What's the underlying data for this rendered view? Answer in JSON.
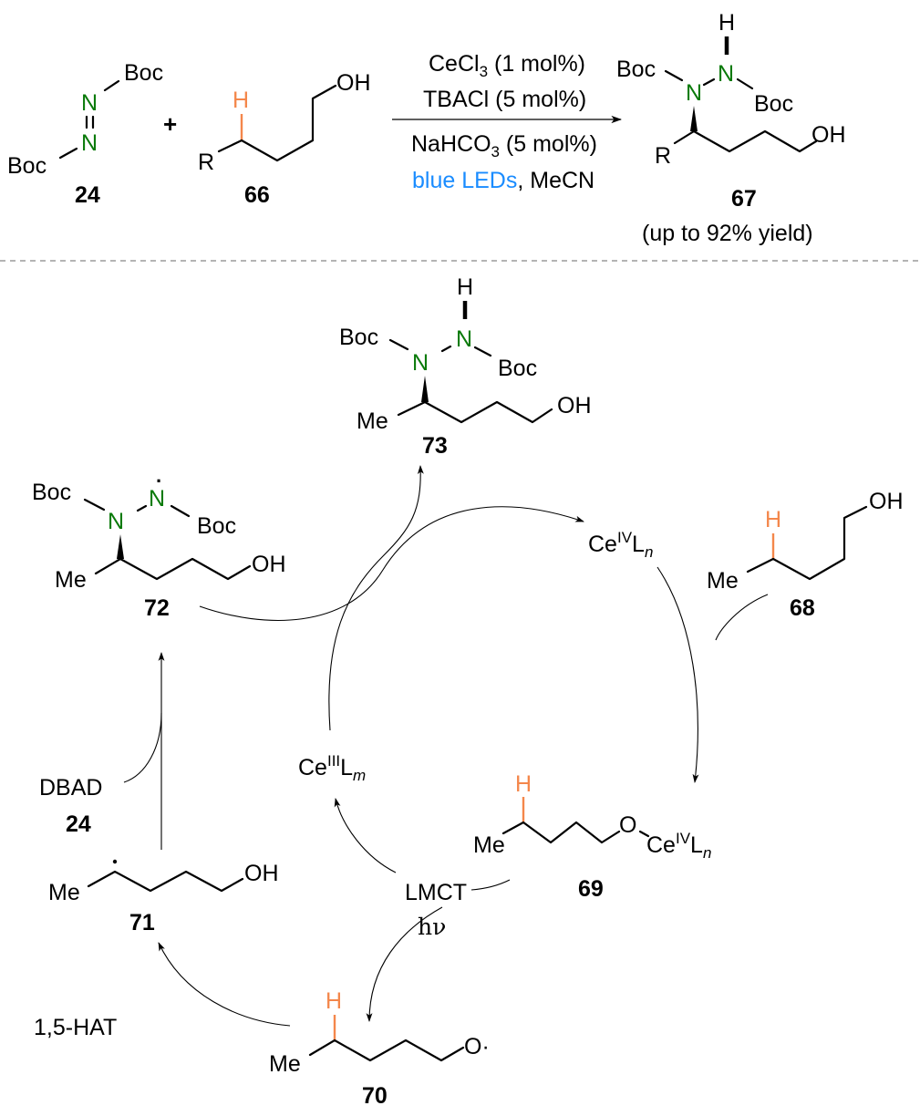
{
  "scheme": {
    "reaction": {
      "reagent_24": {
        "groups": [
          "Boc",
          "Boc"
        ],
        "atoms": [
          "N",
          "N"
        ],
        "label": "24"
      },
      "plus": "+",
      "substrate_66": {
        "r_group": "R",
        "h_atom": "H",
        "oh": "OH",
        "label": "66"
      },
      "conditions": {
        "line1_a": "CeCl",
        "line1_sub": "3",
        "line1_b": " (1 mol%)",
        "line2": "TBACl (5 mol%)",
        "line3_a": "NaHCO",
        "line3_sub": "3",
        "line3_b": " (5 mol%)",
        "line4_blue": "blue LEDs",
        "line4_rest": ", MeCN"
      },
      "product_67": {
        "groups": [
          "Boc",
          "Boc"
        ],
        "atoms": [
          "N",
          "N"
        ],
        "h_atom": "H",
        "r_group": "R",
        "oh": "OH",
        "label": "67",
        "yield": "(up to 92% yield)"
      }
    },
    "cycle": {
      "c73": {
        "groups": [
          "Boc",
          "Boc"
        ],
        "atoms": [
          "N",
          "N"
        ],
        "h_atom": "H",
        "me": "Me",
        "oh": "OH",
        "label": "73"
      },
      "c72": {
        "groups": [
          "Boc",
          "Boc"
        ],
        "atoms": [
          "N",
          "N"
        ],
        "radical_dot": "·",
        "me": "Me",
        "oh": "OH",
        "label": "72"
      },
      "ce4": {
        "base": "Ce",
        "sup": "IV",
        "ligand": "L",
        "sub": "n"
      },
      "c68": {
        "h_atom": "H",
        "me": "Me",
        "oh": "OH",
        "label": "68"
      },
      "c69": {
        "h_atom": "H",
        "me": "Me",
        "o": "O",
        "ce_base": "Ce",
        "ce_sup": "IV",
        "ce_ligand": "L",
        "ce_sub": "n",
        "label": "69"
      },
      "ce3": {
        "base": "Ce",
        "sup": "III",
        "ligand": "L",
        "sub": "m"
      },
      "lmct": "LMCT",
      "hv": "hν",
      "c70": {
        "h_atom": "H",
        "me": "Me",
        "o_radical": "O·",
        "label": "70"
      },
      "c71": {
        "me": "Me",
        "oh": "OH",
        "label": "71"
      },
      "dbad": {
        "name": "DBAD",
        "label": "24"
      },
      "hat": "1,5-HAT"
    },
    "colors": {
      "nitrogen": "#0a7a0a",
      "highlight_h": "#f4874b",
      "blue_leds": "#1a8cff",
      "ink": "#000000"
    }
  }
}
